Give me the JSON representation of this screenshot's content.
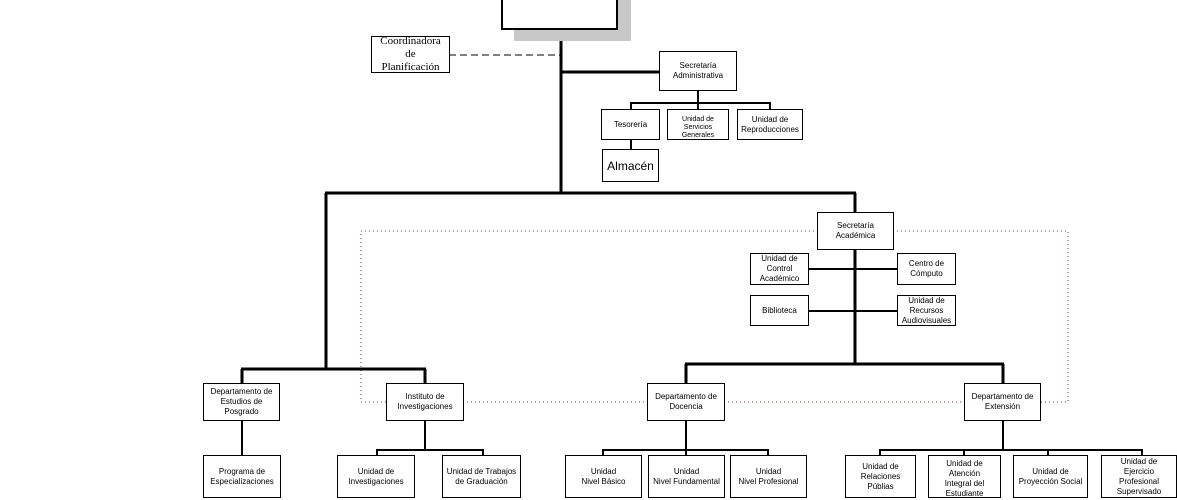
{
  "org": {
    "coordinadora": "Coordinadora de\nPlanificación",
    "secretaria_admin": "Secretaría\nAdministrativa",
    "tesoreria": "Tesorería",
    "servicios": "Unidad de\nServicios\nGenerales",
    "reproducciones": "Unidad de\nReproducciones",
    "almacen": "Almacén",
    "secretaria_acad": "Secretaría\nAcadémica",
    "control": "Unidad de\nControl\nAcadémico",
    "computo": "Centro de\nCómputo",
    "biblioteca": "Biblioteca",
    "audiovisuales": "Unidad de\nRecursos\nAudiovisuales",
    "posgrado": "Departamento de\nEstudios de\nPosgrado",
    "instituto": "Instituto de\nInvestigaciones",
    "docencia": "Departamento de\nDocencia",
    "extension": "Departamento de\nExtensión",
    "especializaciones": "Programa de\nEspecializaciones",
    "u_investigaciones": "Unidad de\nInvestigaciones",
    "trabajos": "Unidad de Trabajos\nde Graduación",
    "basico": "Unidad\nNivel Básico",
    "fundamental": "Unidad\nNivel Fundamental",
    "profesional": "Unidad\nNivel Profesional",
    "relaciones": "Unidad de\nRelaciones Públias",
    "atencion": "Unidad de Atención\nIntegral del\nEstudiante",
    "proyeccion": "Unidad de\nProyección Social",
    "ejercicio": "Unidad de\nEjercicio Profesional\nSupervisado"
  },
  "colors": {
    "line": "#000000",
    "dotted": "#7a3a3a",
    "shadow": "#c8c8c8"
  }
}
